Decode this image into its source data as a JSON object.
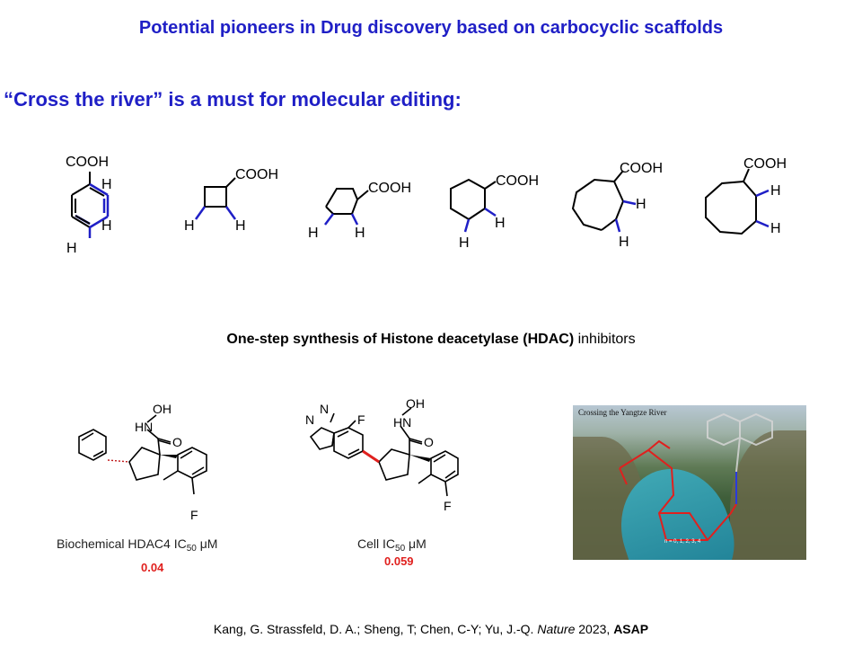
{
  "slide": {
    "title": "Potential pioneers in Drug discovery based on carbocyclic scaffolds",
    "heading": "“Cross the river” is a must for molecular editing:"
  },
  "substituents": {
    "cooh": "COOH",
    "h": "H",
    "oh": "OH",
    "hn": "HN",
    "o": "O",
    "f": "F",
    "n": "N"
  },
  "hdac": {
    "caption_bold_1": "One-step synthesis of Histone deacetylase (HDAC)",
    "caption_rest": " inhibitors"
  },
  "compound1": {
    "label_prefix": "Biochemical HDAC4 IC",
    "label_sub": "50",
    "label_unit": " μM",
    "value": "0.04"
  },
  "compound2": {
    "label_prefix": "Cell IC",
    "label_sub": "50",
    "label_unit": " μM",
    "value": "0.059"
  },
  "photo": {
    "title": "Crossing the Yangtze River",
    "note": "n = 0, 1, 2, 3, 4"
  },
  "citation": {
    "authors": "Kang, G. Strassfeld, D. A.; Sheng, T; Chen, C-Y; Yu,  J.-Q. ",
    "journal": "Nature",
    "year": " 2023, ",
    "status": "ASAP"
  },
  "colors": {
    "title_blue": "#1f1fc6",
    "bond_blue": "#1f1fc6",
    "value_red": "#e0201e",
    "bond_red": "#e0201e"
  }
}
